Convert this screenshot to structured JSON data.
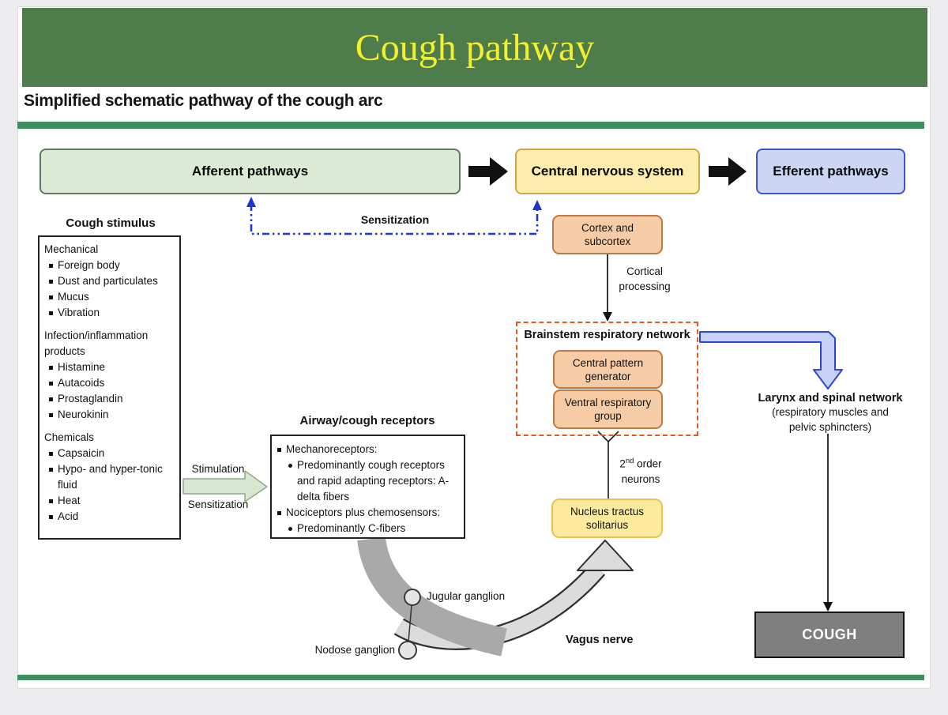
{
  "slide": {
    "title": "Cough pathway",
    "subtitle": "Simplified schematic pathway of the cough arc"
  },
  "top_row": {
    "afferent_label": "Afferent pathways",
    "cns_label": "Central nervous system",
    "efferent_label": "Efferent pathways"
  },
  "sensitization_feedback_label": "Sensitization",
  "cough_stimulus": {
    "title": "Cough stimulus",
    "groups": [
      {
        "heading": "Mechanical",
        "items": [
          "Foreign body",
          "Dust and particulates",
          "Mucus",
          "Vibration"
        ]
      },
      {
        "heading": "Infection/inflammation products",
        "items": [
          "Histamine",
          "Autacoids",
          "Prostaglandin",
          "Neurokinin"
        ]
      },
      {
        "heading": "Chemicals",
        "items": [
          "Capsaicin",
          "Hypo- and hyper-tonic fluid",
          "Heat",
          "Acid"
        ]
      }
    ]
  },
  "stimulus_arrow": {
    "top_label": "Stimulation",
    "bottom_label": "Sensitization"
  },
  "receptors": {
    "title": "Airway/cough receptors",
    "item1": "Mechanoreceptors:",
    "item1_sub": "Predominantly cough receptors and rapid adapting receptors: A-delta fibers",
    "item2": "Nociceptors plus chemosensors:",
    "item2_sub": "Predominantly C-fibers"
  },
  "cns_column": {
    "cortex_label": "Cortex and subcortex",
    "cortical_processing_label": "Cortical processing",
    "brainstem_title": "Brainstem respiratory network",
    "cpg_label": "Central pattern generator",
    "vrg_label": "Ventral respiratory group",
    "second_order": {
      "num": "2",
      "sup": "nd",
      "rest": " order",
      "line2": "neurons"
    },
    "nts_label": "Nucleus tractus solitarius"
  },
  "vagus": {
    "jugular_label": "Jugular ganglion",
    "nodose_label": "Nodose ganglion",
    "vagus_label": "Vagus nerve"
  },
  "efferent_column": {
    "larynx_title": "Larynx and spinal network",
    "larynx_sub": "(respiratory muscles and pelvic sphincters)",
    "cough_label": "COUGH"
  },
  "colors": {
    "banner_green": "#4e7c4a",
    "title_yellow": "#f3f02e",
    "rule_green": "#3f8e60",
    "afferent_fill": "#dcead6",
    "cns_fill": "#fcecae",
    "efferent_fill": "#ccd5f2",
    "orange_fill": "#f6cca6",
    "nts_fill": "#fceb9f",
    "dashed_orange": "#df5b1e",
    "feedback_blue": "#1e33d6",
    "cough_gray": "#7f7f7f"
  }
}
